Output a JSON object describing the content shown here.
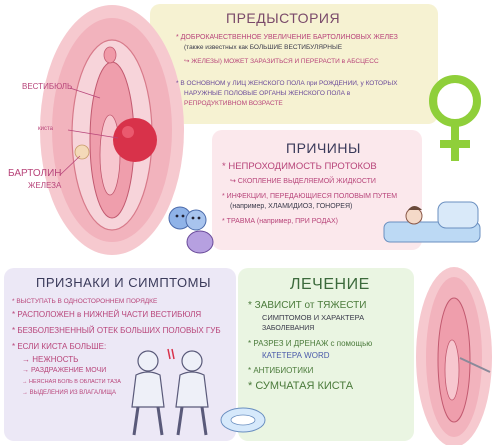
{
  "history": {
    "title": "ПРЕДЫСТОРИЯ",
    "line1": "* ДОБРОКАЧЕСТВЕННОЕ УВЕЛИЧЕНИЕ БАРТОЛИНОВЫХ ЖЕЛЕЗ",
    "line2": "(также известных как БОЛЬШИЕ ВЕСТИБУЛЯРНЫЕ",
    "line3": "↪ ЖЕЛЕЗЫ) МОЖЕТ ЗАРАЗИТЬСЯ И ПЕРЕРАСТИ в АБСЦЕСС",
    "line4": "* В ОСНОВНОМ у ЛИЦ ЖЕНСКОГО ПОЛА при РОЖДЕНИИ, у КОТОРЫХ",
    "line5": "НАРУЖНЫЕ ПОЛОВЫЕ ОРГАНЫ ЖЕНСКОГО ПОЛА в",
    "line6": "РЕПРОДУКТИВНОМ ВОЗРАСТЕ"
  },
  "causes": {
    "title": "ПРИЧИНЫ",
    "line1": "* НЕПРОХОДИМОСТЬ ПРОТОКОВ",
    "line2": "↪ СКОПЛЕНИЕ ВЫДЕЛЯЕМОЙ ЖИДКОСТИ",
    "line3": "* ИНФЕКЦИИ, ПЕРЕДАЮЩИЕСЯ ПОЛОВЫМ ПУТЕМ",
    "line4": "(например, ХЛАМИДИОЗ, ГОНОРЕЯ)",
    "line5": "* ТРАВМА (например, ПРИ РОДАХ)"
  },
  "signs": {
    "title": "ПРИЗНАКИ И СИМПТОМЫ",
    "line1": "* ВЫСТУПАТЬ В ОДНОСТОРОННЕМ ПОРЯДКЕ",
    "line2": "* РАСПОЛОЖЕН в НИЖНЕЙ ЧАСТИ ВЕСТИБЮЛЯ",
    "line3": "* БЕЗБОЛЕЗНЕННЫЙ ОТЕК БОЛЬШИХ ПОЛОВЫХ ГУБ",
    "line4": "* ЕСЛИ КИСТА БОЛЬШЕ:",
    "line5": "→ НЕЖНОСТЬ",
    "line6": "→ РАЗДРАЖЕНИЕ МОЧИ",
    "line7": "→ НЕЯСНАЯ БОЛЬ В ОБЛАСТИ ТАЗА",
    "line8": "→ ВЫДЕЛЕНИЯ ИЗ ВЛАГАЛИЩА"
  },
  "treatment": {
    "title": "ЛЕЧЕНИЕ",
    "line1": "* ЗАВИСИТ от ТЯЖЕСТИ",
    "line2": "СИМПТОМОВ И ХАРАКТЕРА",
    "line3": "ЗАБОЛЕВАНИЯ",
    "line4": "* РАЗРЕЗ И ДРЕНАЖ с помощью",
    "line5": "КАТЕТЕРА WORD",
    "line6": "* АНТИБИОТИКИ",
    "line7": "* СУМЧАТАЯ КИСТА"
  },
  "labels": {
    "vestibule": "ВЕСТИБЮЛЬ",
    "cyst": "киста",
    "bartholin1": "БАРТОЛИН",
    "bartholin2": "ЖЕЛЕЗА"
  },
  "colors": {
    "history_bg": "#f6f2d2",
    "causes_bg": "#fbe8ec",
    "signs_bg": "#ece8f6",
    "treatment_bg": "#eaf5e2",
    "female_symbol": "#8fcf3a",
    "cyst": "#d8324a"
  },
  "icons": [
    "female-symbol-icon",
    "bacteria-icon",
    "person-in-bed-icon",
    "people-discomfort-icon",
    "pad-icon",
    "catheter-icon"
  ]
}
